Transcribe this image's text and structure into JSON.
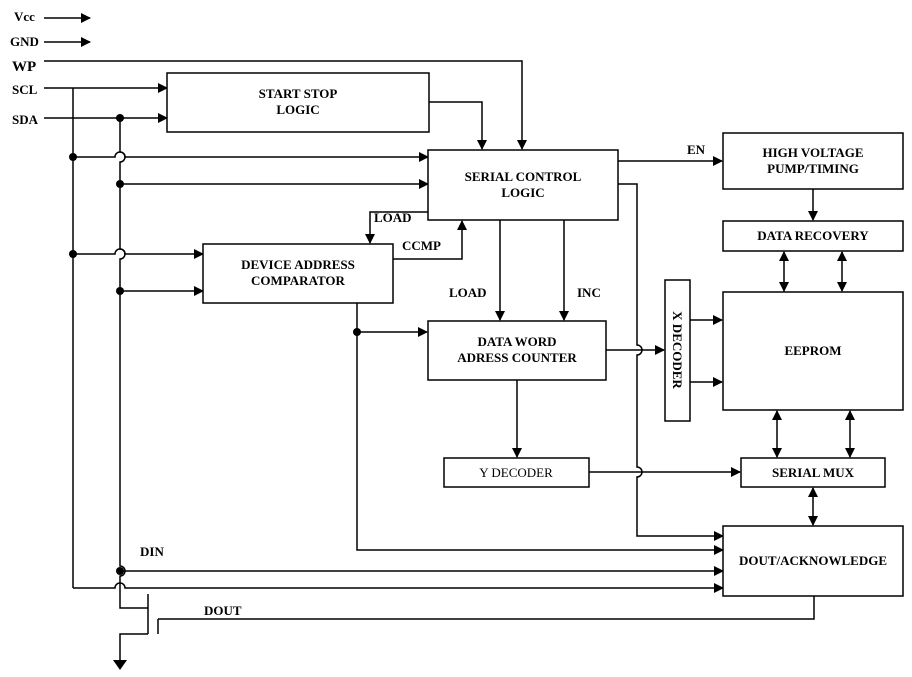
{
  "pins": {
    "vcc": "Vcc",
    "gnd": "GND",
    "wp": "WP",
    "scl": "SCL",
    "sda": "SDA"
  },
  "blocks": {
    "start_stop": [
      "START STOP",
      "LOGIC"
    ],
    "serial_control": [
      "SERIAL CONTROL",
      "LOGIC"
    ],
    "high_voltage": [
      "HIGH VOLTAGE",
      "PUMP/TIMING"
    ],
    "data_recovery": "DATA RECOVERY",
    "device_address": [
      "DEVICE ADDRESS",
      "COMPARATOR"
    ],
    "data_word": [
      "DATA WORD",
      "ADRESS COUNTER"
    ],
    "x_decoder": "X DECODER",
    "eeprom": "EEPROM",
    "y_decoder": "Y DECODER",
    "serial_mux": "SERIAL MUX",
    "dout_ack": "DOUT/ACKNOWLEDGE"
  },
  "signals": {
    "en": "EN",
    "load_top": "LOAD",
    "ccmp": "CCMP",
    "load_mid": "LOAD",
    "inc": "INC",
    "din": "DIN",
    "dout": "DOUT"
  }
}
